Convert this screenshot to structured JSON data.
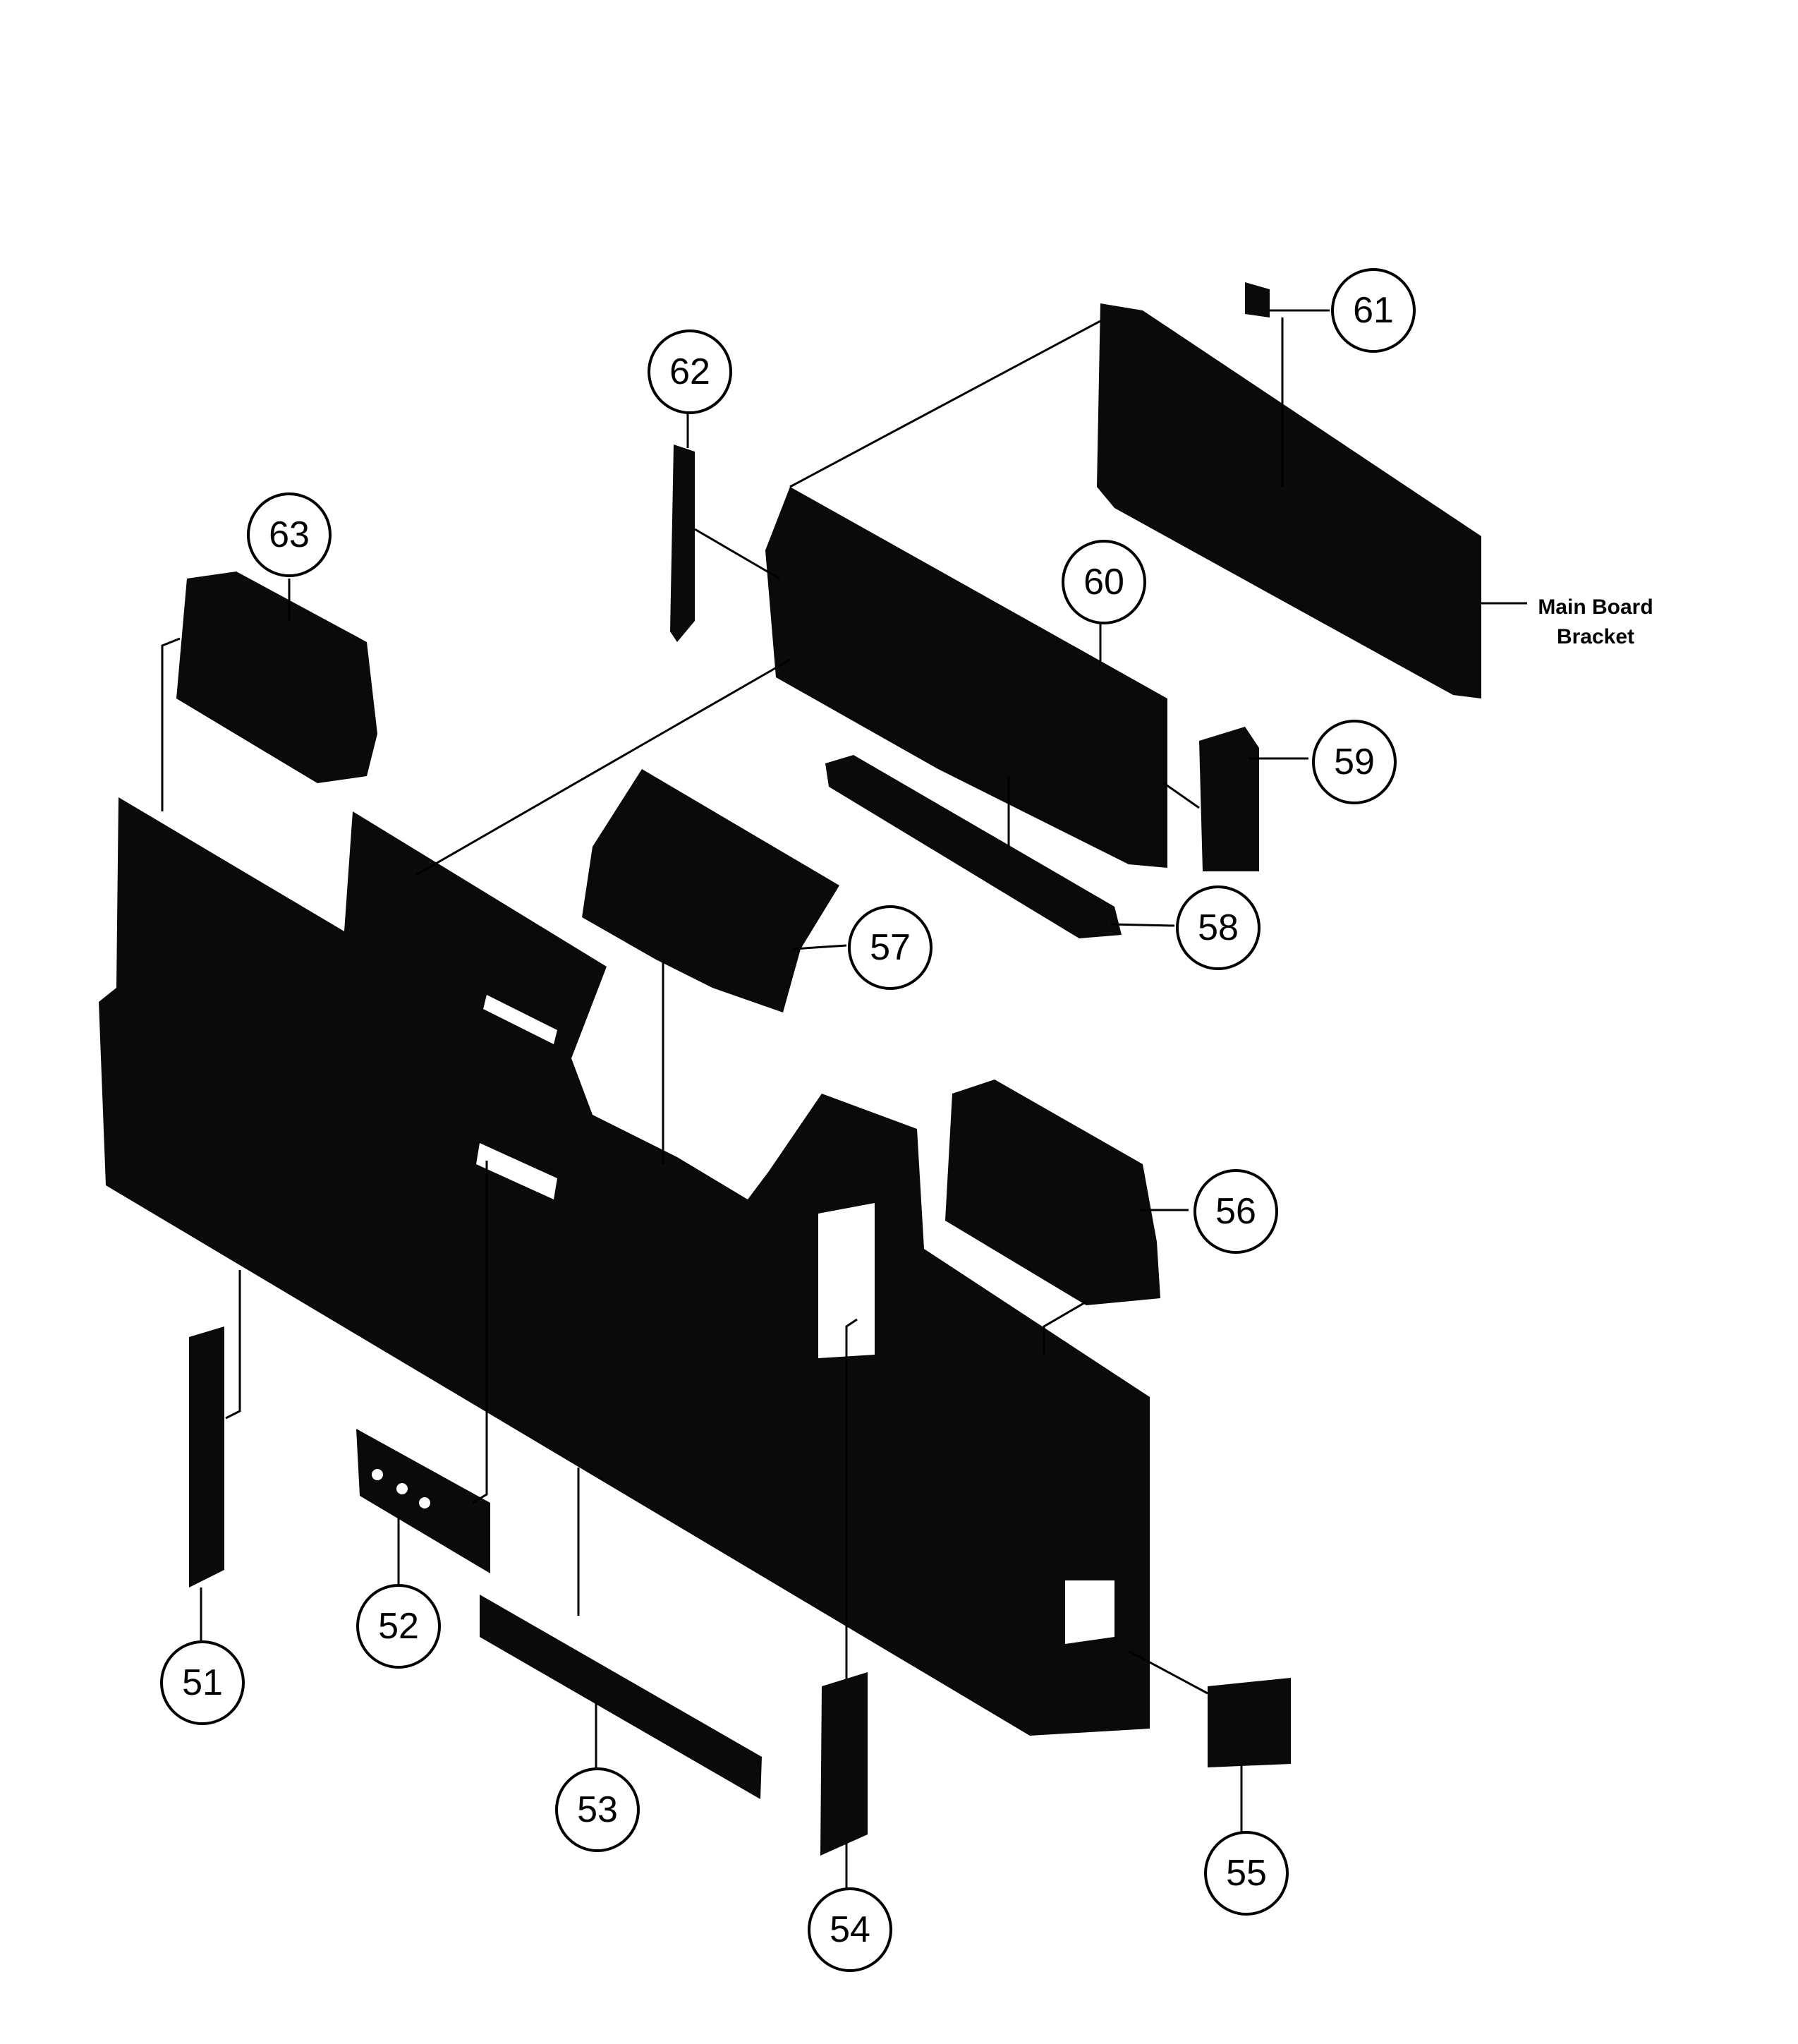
{
  "diagram": {
    "callouts": [
      "51",
      "52",
      "53",
      "54",
      "55",
      "56",
      "57",
      "58",
      "59",
      "60",
      "61",
      "62",
      "63"
    ],
    "note": {
      "line1": "Main Board",
      "line2": "Bracket"
    }
  }
}
